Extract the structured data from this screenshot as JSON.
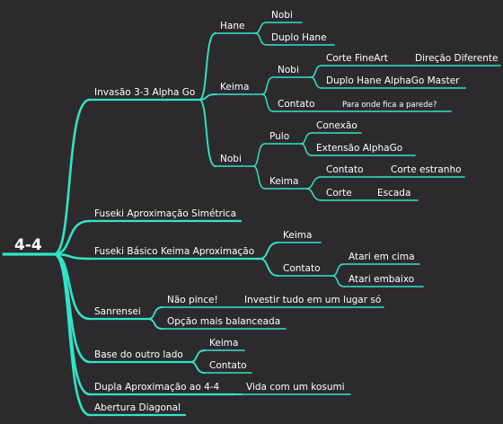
{
  "style": {
    "background": "#2d2a2e",
    "line_color": "#2ee6c8",
    "text_color": "#ffffff"
  },
  "root": "4-4",
  "branches": [
    {
      "label": "Invasão 3-3 Alpha Go",
      "children": [
        {
          "label": "Hane",
          "children": [
            {
              "label": "Nobi"
            },
            {
              "label": "Duplo Hane"
            }
          ]
        },
        {
          "label": "Keima",
          "children": [
            {
              "label": "Nobi",
              "children": [
                {
                  "label": "Corte FineArt",
                  "children": [
                    {
                      "label": "Direção Diferente"
                    }
                  ]
                },
                {
                  "label": "Duplo Hane AlphaGo Master"
                }
              ]
            },
            {
              "label": "Contato",
              "children": [
                {
                  "label": "Para onde fica a parede?"
                }
              ]
            }
          ]
        },
        {
          "label": "Nobi",
          "children": [
            {
              "label": "Pulo",
              "children": [
                {
                  "label": "Conexão"
                },
                {
                  "label": "Extensão AlphaGo"
                }
              ]
            },
            {
              "label": "Keima",
              "children": [
                {
                  "label": "Contato",
                  "children": [
                    {
                      "label": "Corte estranho"
                    }
                  ]
                },
                {
                  "label": "Corte",
                  "children": [
                    {
                      "label": "Escada"
                    }
                  ]
                }
              ]
            }
          ]
        }
      ]
    },
    {
      "label": "Fuseki Aproximação Simétrica"
    },
    {
      "label": "Fuseki Básico Keima Aproximação",
      "children": [
        {
          "label": "Keima"
        },
        {
          "label": "Contato",
          "children": [
            {
              "label": "Atari em cima"
            },
            {
              "label": "Atari embaixo"
            }
          ]
        }
      ]
    },
    {
      "label": "Sanrensei",
      "children": [
        {
          "label": "Não pince!",
          "children": [
            {
              "label": "Investir tudo em um lugar só"
            }
          ]
        },
        {
          "label": "Opção mais balanceada"
        }
      ]
    },
    {
      "label": "Base do outro lado",
      "children": [
        {
          "label": "Keima"
        },
        {
          "label": "Contato"
        }
      ]
    },
    {
      "label": "Dupla Aproximação ao 4-4",
      "children": [
        {
          "label": "Vida com um kosumi"
        }
      ]
    },
    {
      "label": "Abertura Diagonal"
    }
  ]
}
